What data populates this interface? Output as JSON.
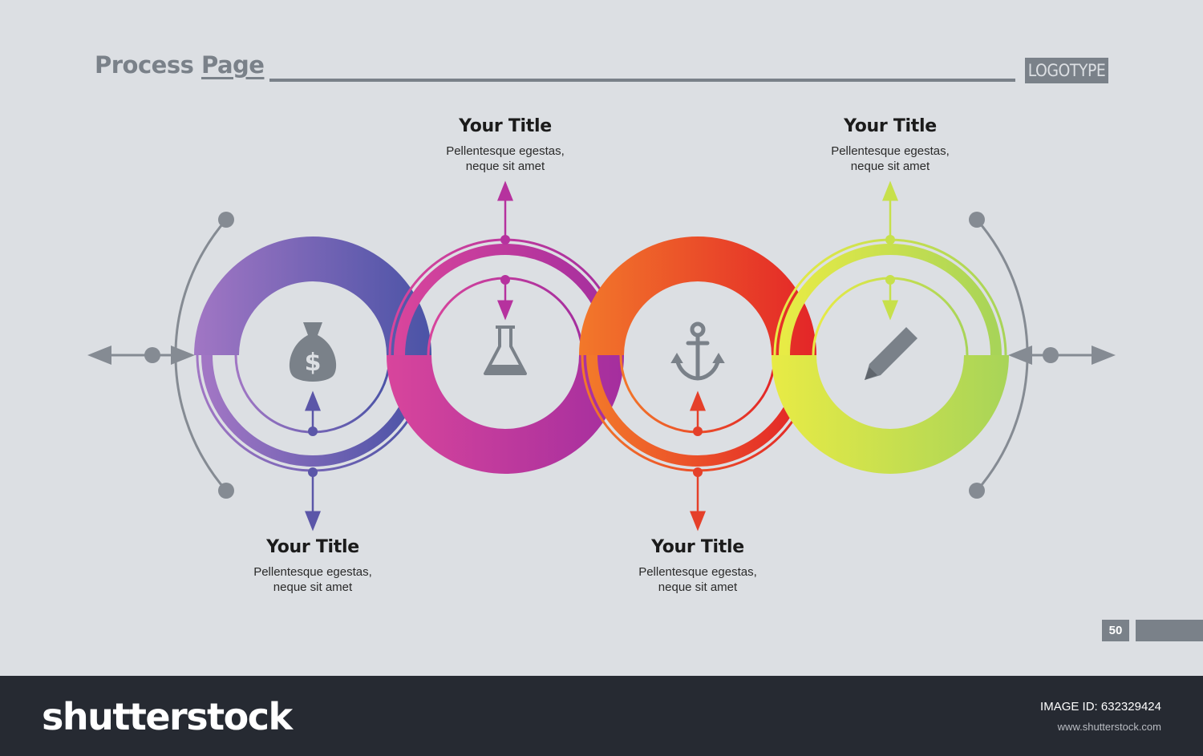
{
  "header": {
    "title_word1": "Process",
    "title_word2": "Page",
    "logo": "LOGOTYPE"
  },
  "steps": [
    {
      "title": "Your Title",
      "desc_line1": "Pellentesque egestas,",
      "desc_line2": "neque sit amet",
      "icon": "money-bag-icon",
      "color_start": "#a176c4",
      "color_end": "#4a53a6"
    },
    {
      "title": "Your Title",
      "desc_line1": "Pellentesque egestas,",
      "desc_line2": "neque sit amet",
      "icon": "flask-icon",
      "color_start": "#d8459c",
      "color_end": "#a42e9e"
    },
    {
      "title": "Your Title",
      "desc_line1": "Pellentesque egestas,",
      "desc_line2": "neque sit amet",
      "icon": "anchor-icon",
      "color_start": "#f2782a",
      "color_end": "#e32528"
    },
    {
      "title": "Your Title",
      "desc_line1": "Pellentesque egestas,",
      "desc_line2": "neque sit amet",
      "icon": "pencil-icon",
      "color_start": "#e8eb45",
      "color_end": "#a8d458"
    }
  ],
  "page_number": "50",
  "footer": {
    "brand": "shutterstock",
    "image_id_label": "IMAGE ID:",
    "image_id": "632329424",
    "url": "www.shutterstock.com"
  },
  "colors": {
    "background": "#dcdfe3",
    "accent_gray": "#7a8189",
    "footer_bg": "#262a32"
  }
}
